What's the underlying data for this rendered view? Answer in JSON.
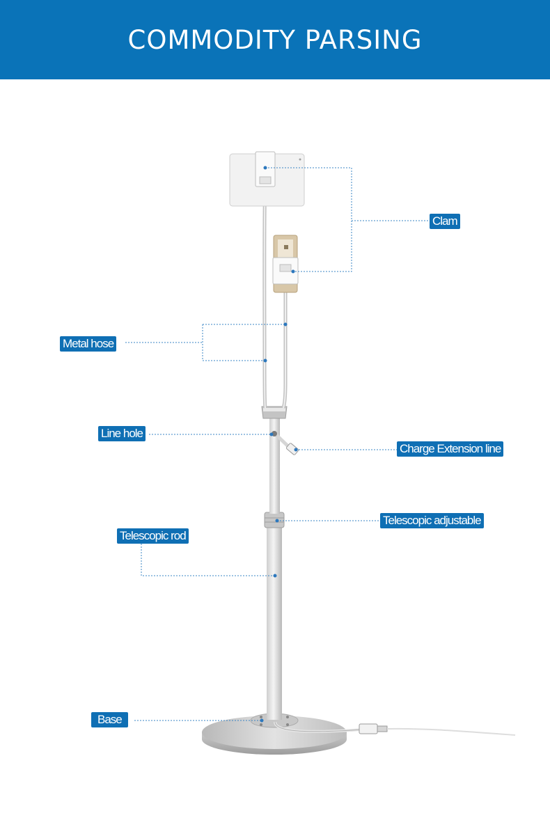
{
  "header": {
    "title": "COMMODITY PARSING"
  },
  "colors": {
    "banner": "#0a73b8",
    "label_bg": "#0f6fb4",
    "leader_line": "#3a84c4"
  },
  "labels": {
    "clam": "Clam",
    "metal_hose": "Metal hose",
    "line_hole": "Line hole",
    "charge_extension_line": "Charge Extension line",
    "telescopic_adjustable": "Telescopic adjustable",
    "telescopic_rod": "Telescopic rod",
    "base": "Base"
  }
}
